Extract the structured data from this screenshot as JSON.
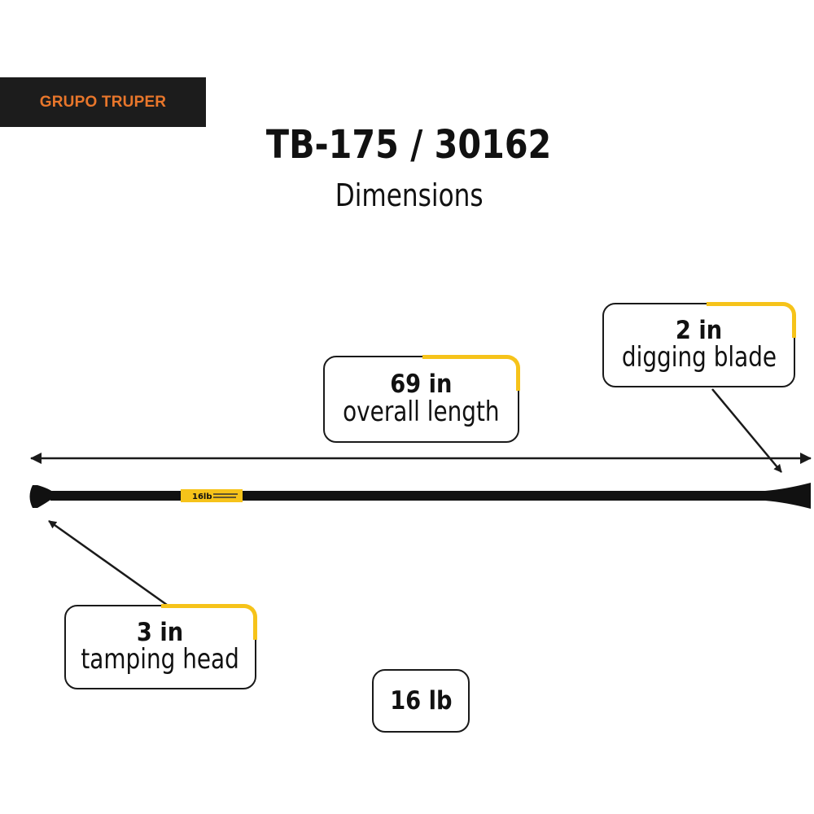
{
  "brand": {
    "name": "GRUPO TRUPER",
    "text_color": "#e8762b",
    "bg_color": "#1c1c1c"
  },
  "header": {
    "title": "TB-175 / 30162",
    "subtitle": "Dimensions"
  },
  "specs": {
    "length": {
      "value": "69 in",
      "label": "overall length"
    },
    "blade": {
      "value": "2 in",
      "label": "digging blade"
    },
    "head": {
      "value": "3 in",
      "label": "tamping head"
    },
    "weight": {
      "value": "16 lb"
    }
  },
  "tool_label": {
    "weight_mark": "16lb"
  },
  "colors": {
    "accent": "#f6c31a",
    "line": "#1a1a1a",
    "bar": "#111111"
  }
}
